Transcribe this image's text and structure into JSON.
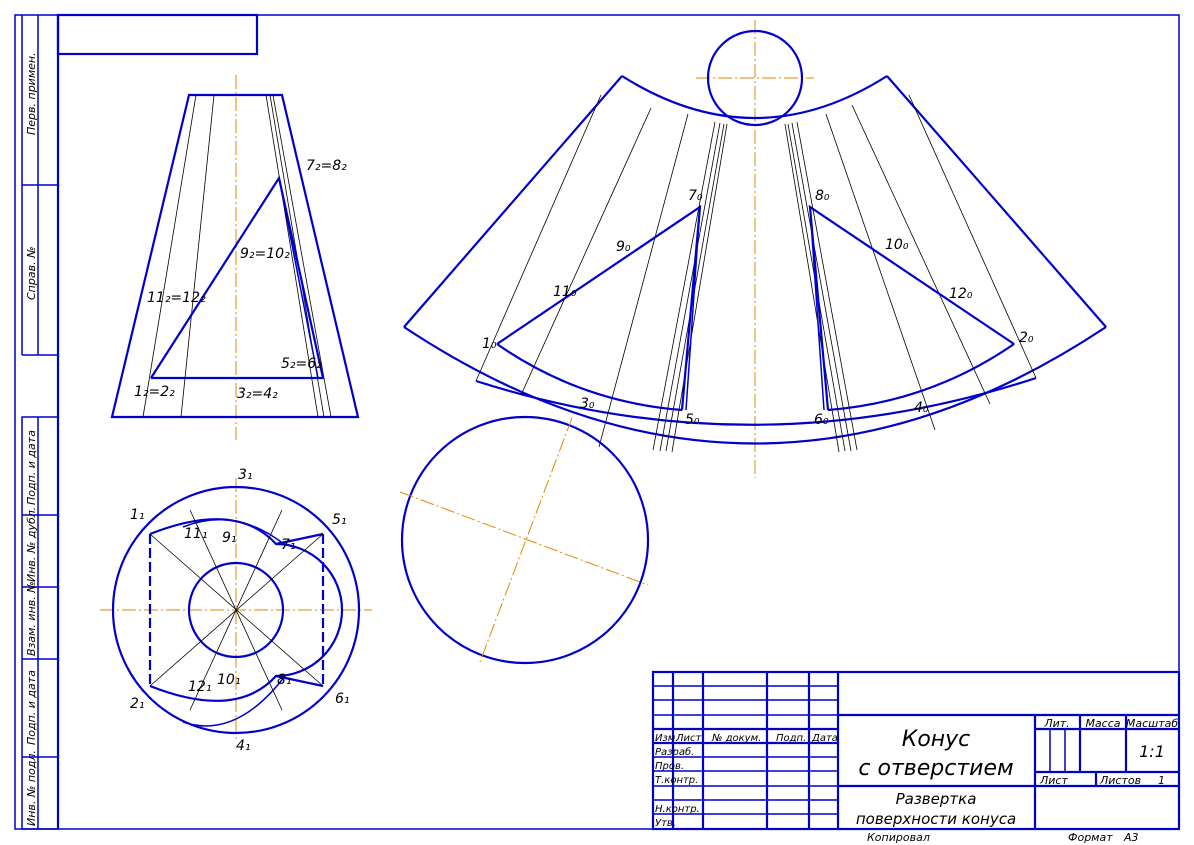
{
  "side_strip": {
    "perv_primen": "Перв. примен.",
    "sprav_no": "Справ. №",
    "podp_i_data_top": "Подп. и дата",
    "inv_no_dubl": "Инв. № дубл.",
    "vzam_inv_no": "Взам. инв. №",
    "podp_i_data_bottom": "Подп. и дата",
    "inv_no_podl": "Инв. № подл."
  },
  "front_view_labels": {
    "p78": "7₂=8₂",
    "p910": "9₂=10₂",
    "p1112": "11₂=12₂",
    "p56": "5₂=6₂",
    "p12": "1₂=2₂",
    "p34": "3₂=4₂"
  },
  "top_view_labels": {
    "p3": "3₁",
    "p1": "1₁",
    "p5": "5₁",
    "p11": "11₁",
    "p9": "9₁",
    "p7": "7₁",
    "p2": "2₁",
    "p12": "12₁",
    "p10": "10₁",
    "p8": "8₁",
    "p6": "6₁",
    "p4": "4₁"
  },
  "development_labels": {
    "p7": "7₀",
    "p8": "8₀",
    "p9": "9₀",
    "p10": "10₀",
    "p11": "11₀",
    "p12": "12₀",
    "p1": "1₀",
    "p2": "2₀",
    "p3": "3₀",
    "p4": "4₀",
    "p5": "5₀",
    "p6": "6₀"
  },
  "title_block": {
    "title_line1": "Конус",
    "title_line2": "с отверстием",
    "subtitle_line1": "Развертка",
    "subtitle_line2": "поверхности конуса",
    "col_izm": "Изм.",
    "col_list": "Лист",
    "col_doc": "№ докум.",
    "col_podp": "Подп.",
    "col_data": "Дата",
    "razrab": "Разраб.",
    "prov": "Пров.",
    "tkontr": "Т.контр.",
    "nkontr": "Н.контр.",
    "utv": "Утв.",
    "lit": "Лит.",
    "massa": "Масса",
    "masshtab": "Масштаб",
    "scale_value": "1:1",
    "list": "Лист",
    "listov": "Листов",
    "listov_value": "1",
    "kopiroval": "Копировал",
    "format": "Формат",
    "format_value": "A3"
  }
}
